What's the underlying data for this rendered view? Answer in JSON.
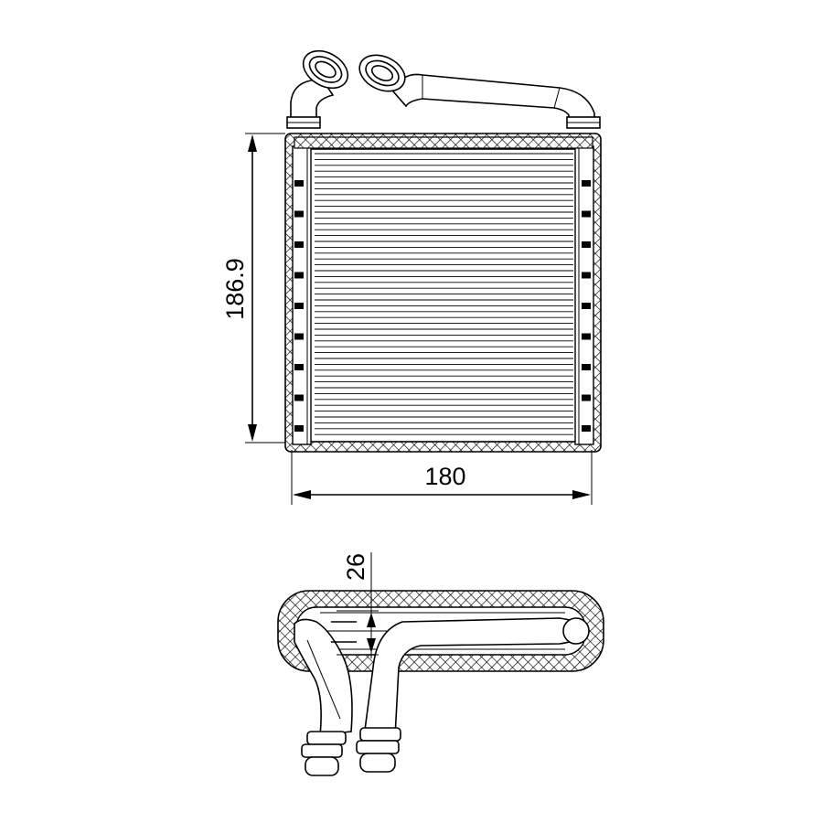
{
  "dimensions": {
    "height": "186.9",
    "width": "180",
    "depth": "26"
  }
}
